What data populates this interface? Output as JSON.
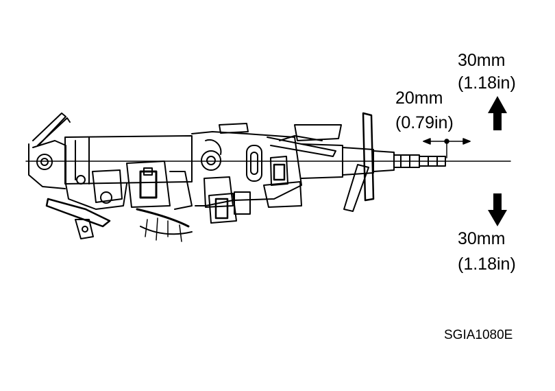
{
  "labels": {
    "up_mm": "30mm",
    "up_in": "(1.18in)",
    "axial_mm": "20mm",
    "axial_in": "(0.79in)",
    "down_mm": "30mm",
    "down_in": "(1.18in)"
  },
  "figure_code": "SGIA1080E",
  "colors": {
    "ink": "#000000",
    "paper": "#ffffff"
  }
}
